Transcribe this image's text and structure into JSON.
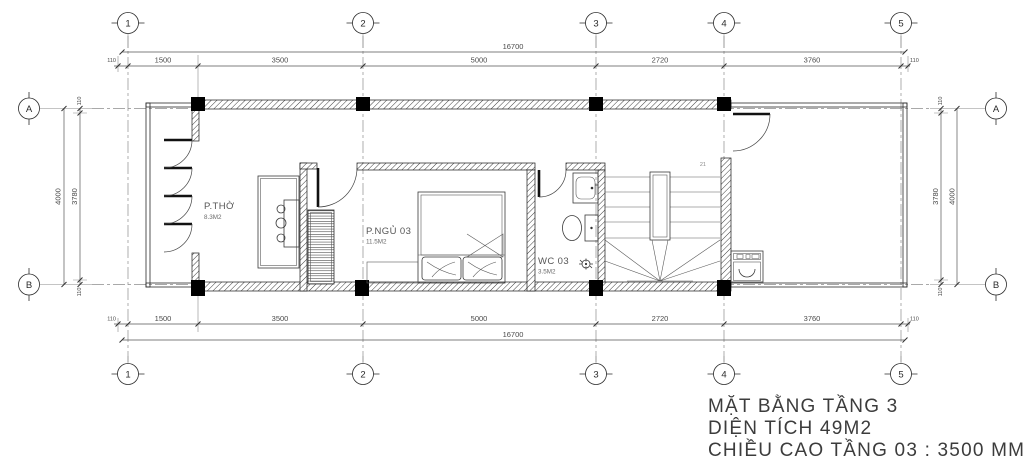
{
  "grid": {
    "cols": [
      "1",
      "2",
      "3",
      "4",
      "5"
    ],
    "rows": [
      "A",
      "B"
    ]
  },
  "dims": {
    "overall": "16700",
    "h_segments": [
      "110",
      "1500",
      "3500",
      "5000",
      "2720",
      "3760",
      "110"
    ],
    "v_outer": "4000",
    "v_inner": "3780",
    "v_mini": "110"
  },
  "rooms": [
    {
      "name": "P.THỜ",
      "area": "8.3M2"
    },
    {
      "name": "P.NGỦ 03",
      "area": "11.5M2"
    },
    {
      "name": "WC 03",
      "area": "3.5M2"
    }
  ],
  "stairs": {
    "steps": "21"
  },
  "title_block": {
    "line1": "MẶT BẰNG TẦNG 3",
    "line2": "DIỆN TÍCH 49M2",
    "line3": "CHIỀU CAO TẦNG 03 : 3500 MM"
  }
}
